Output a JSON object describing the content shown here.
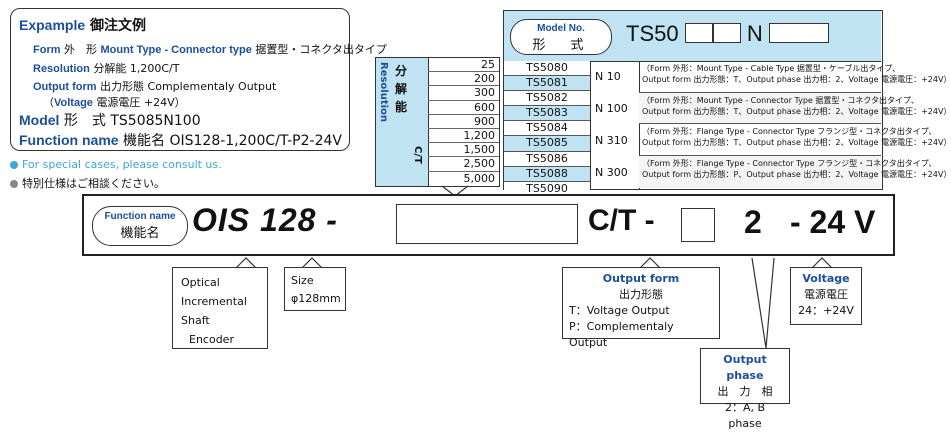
{
  "example": {
    "title_en": "Expample",
    "title_jp": "御注文例",
    "form_label": "Form",
    "form_jp": "外　形",
    "form_value_en": "Mount Type - Connector type",
    "form_value_jp": "据置型・コネクタ出タイプ",
    "res_label": "Resolution",
    "res_jp": "分解能",
    "res_value": "1,200C/T",
    "out_label": "Output form",
    "out_jp": "出力形態",
    "out_value": "Complementaly Output",
    "volt_open": "（",
    "volt_label": "Voltage",
    "volt_jp": "電源電圧",
    "volt_value": "+24V）",
    "model_label": "Model",
    "model_jp": "形　式",
    "model_value": "TS5085N100",
    "func_label": "Function name",
    "func_jp": "機能名",
    "func_value": "OIS128-1,200C/T-P2-24V"
  },
  "notes": [
    {
      "text": "For special cases, please consult us.",
      "color": "#3aa7d8"
    },
    {
      "text": "特別仕様はご相談ください。",
      "color": "#888888"
    }
  ],
  "resolution": {
    "label_jp": "分解能",
    "label_en": "Resolution",
    "label_ct": "C/T",
    "values": [
      "25",
      "200",
      "300",
      "600",
      "900",
      "1,200",
      "1,500",
      "2,500",
      "5,000"
    ]
  },
  "model_table": {
    "header_en": "Model No.",
    "header_jp": "形　式",
    "code_prefix": "TS50",
    "code_mid": "N",
    "ts_codes": [
      "TS5080",
      "TS5081",
      "TS5082",
      "TS5083",
      "TS5084",
      "TS5085",
      "TS5086",
      "TS5088",
      "TS5090"
    ],
    "n_values": [
      "N  10",
      "N 100",
      "N 310",
      "N 300"
    ],
    "descriptions": [
      {
        "l1": "（Form 外形：Mount Type - Cable Type 据置型・ケーブル出タイプ、",
        "l2": "Output form 出力形態：T、Output phase 出力相：2、Voltage 電源電圧：+24V）"
      },
      {
        "l1": "（Form 外形：Mount Type - Connector Type 据置型・コネクタ出タイプ、",
        "l2": "Output form 出力形態：T、Output phase 出力相：2、Voltage 電源電圧：+24V）"
      },
      {
        "l1": "（Form 外形：Flange Type - Connector Type フランジ型・コネクタ出タイプ、",
        "l2": "Output form 出力形態：T、Output phase 出力相：2、Voltage 電源電圧：+24V）"
      },
      {
        "l1": "（Form 外形：Flange Type - Connector Type フランジ型・コネクタ出タイプ、",
        "l2": "Output form 出力形態：P、Output phase 出力相：2、Voltage 電源電圧：+24V）"
      }
    ]
  },
  "function_bar": {
    "label_en": "Function name",
    "label_jp": "機能名",
    "prefix": "OIS 128 -",
    "ct": "C/T -",
    "phase": "2",
    "voltage": "- 24 V"
  },
  "callouts": {
    "ois": {
      "lines": [
        "Optical",
        "Incremental",
        "Shaft",
        "Encoder"
      ]
    },
    "size": {
      "title": "Size",
      "value": "φ128mm"
    },
    "output_form": {
      "title": "Output form",
      "jp": "出力形態",
      "l1": "T：Voltage Output",
      "l2": "P：Complementaly Output"
    },
    "output_phase": {
      "title": "Output phase",
      "jp": "出　力　相",
      "value": "2：A, B phase"
    },
    "voltage": {
      "title": "Voltage",
      "jp": "電源電圧",
      "value": "24：+24V"
    }
  },
  "colors": {
    "accent_blue": "#1b4f9c",
    "light_blue": "#bfe3f2"
  }
}
